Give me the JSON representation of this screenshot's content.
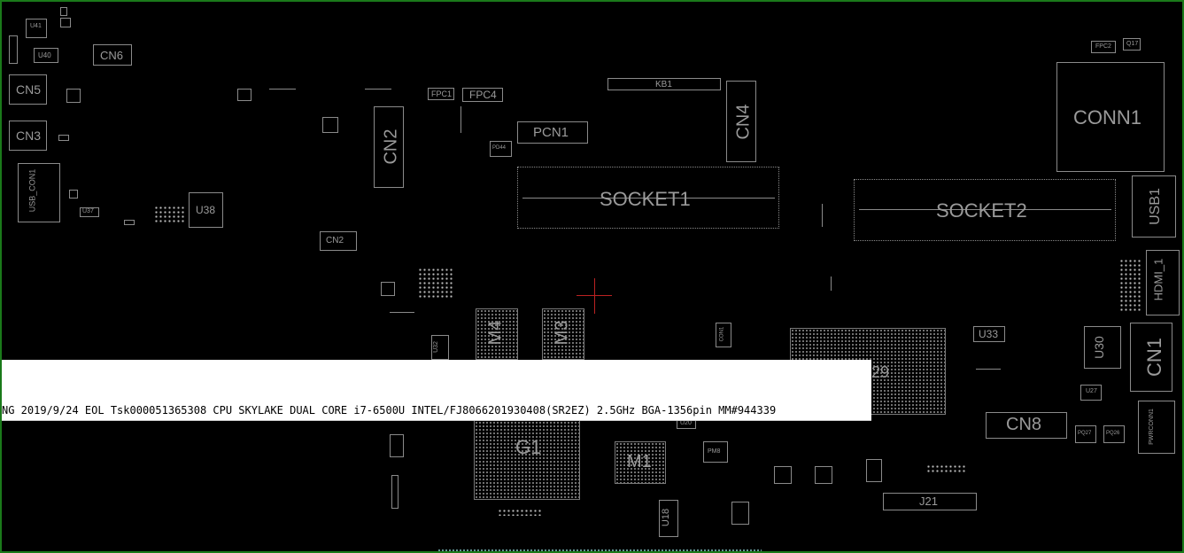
{
  "board": {
    "info_text": "NG 2019/9/24 EOL Tsk000051365308 CPU SKYLAKE DUAL CORE i7-6500U INTEL/FJ8066201930408(SR2EZ) 2.5GHz BGA-1356pin  MM#944339",
    "labels": {
      "u41": "U41",
      "u40": "U40",
      "cn6": "CN6",
      "cn5": "CN5",
      "cn3": "CN3",
      "usb_con1": "USB_CON1",
      "u37": "U37",
      "u38": "U38",
      "cn2_a": "CN2",
      "cn2_b": "CN2",
      "fpc1": "FPC1",
      "fpc4": "FPC4",
      "pd44": "PD44",
      "pcn1": "PCN1",
      "kb1": "KB1",
      "cn4": "CN4",
      "socket1": "SOCKET1",
      "socket2": "SOCKET2",
      "fpc2": "FPC2",
      "q17": "Q17",
      "conn1": "CONN1",
      "usb1": "USB1",
      "hdmi1": "HDMI_1",
      "m4": "M4",
      "m3": "M3",
      "u32": "U32",
      "conn_small": "CON1",
      "u33": "U33",
      "u29": "29",
      "u30": "U30",
      "cn1": "CN1",
      "u27": "U27",
      "cn8": "CN8",
      "g1": "G1",
      "m1": "M1",
      "u20": "U20",
      "pm8": "PM8",
      "j21": "J21",
      "u18": "U18",
      "pwrconn1": "PWRCONN1",
      "pq27": "PQ27",
      "pq26": "PQ26"
    },
    "colors": {
      "background": "#000000",
      "outline": "#8a8a8a",
      "frame": "#1a7a1a",
      "crosshair": "#bb2222"
    }
  }
}
